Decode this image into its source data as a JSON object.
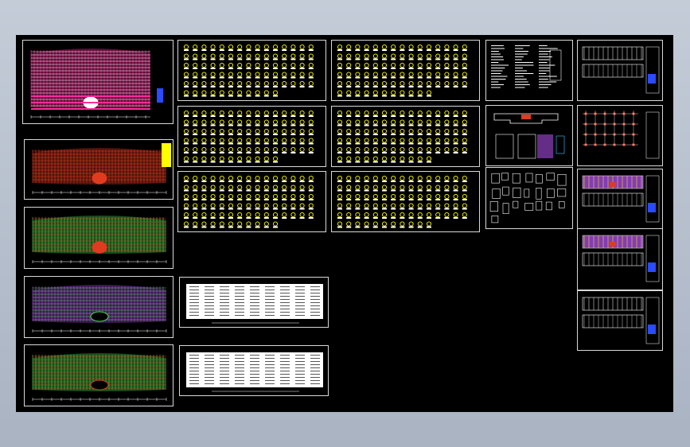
{
  "viewport": {
    "background_color": "#000000",
    "border_color": "#d8d8d8"
  },
  "palette": {
    "magenta": "#ff2d9b",
    "red": "#e03a1f",
    "yellow": "#ffff00",
    "green": "#4bdc4b",
    "purple": "#a64be0",
    "white": "#ffffff",
    "blue": "#2a4bff",
    "cyan": "#36c6ff"
  },
  "sheets": [
    {
      "id": "plan-magenta",
      "kind": "plan",
      "color": "magenta"
    },
    {
      "id": "plan-red",
      "kind": "plan",
      "color": "red"
    },
    {
      "id": "plan-mixed",
      "kind": "plan",
      "color": "mixed"
    },
    {
      "id": "plan-purple",
      "kind": "plan",
      "color": "purple"
    },
    {
      "id": "plan-green",
      "kind": "plan",
      "color": "green"
    },
    {
      "id": "pile-detail-1",
      "kind": "grid-symbols"
    },
    {
      "id": "pile-detail-2",
      "kind": "grid-symbols"
    },
    {
      "id": "pile-detail-3",
      "kind": "grid-symbols"
    },
    {
      "id": "pile-detail-4",
      "kind": "grid-symbols"
    },
    {
      "id": "pile-detail-5",
      "kind": "grid-symbols"
    },
    {
      "id": "pile-detail-6",
      "kind": "grid-symbols"
    },
    {
      "id": "table-sheet-1",
      "kind": "table"
    },
    {
      "id": "table-sheet-2",
      "kind": "table"
    },
    {
      "id": "notes-sheet",
      "kind": "notes"
    },
    {
      "id": "section-sheet",
      "kind": "section"
    },
    {
      "id": "detail-sheet",
      "kind": "details"
    },
    {
      "id": "elevation-sheet-1",
      "kind": "elevation"
    },
    {
      "id": "grid-plan-sheet",
      "kind": "grid-plan"
    },
    {
      "id": "elevation-sheet-2",
      "kind": "elevation-color"
    },
    {
      "id": "elevation-sheet-3",
      "kind": "elevation-color"
    },
    {
      "id": "elevation-sheet-4",
      "kind": "elevation"
    }
  ]
}
